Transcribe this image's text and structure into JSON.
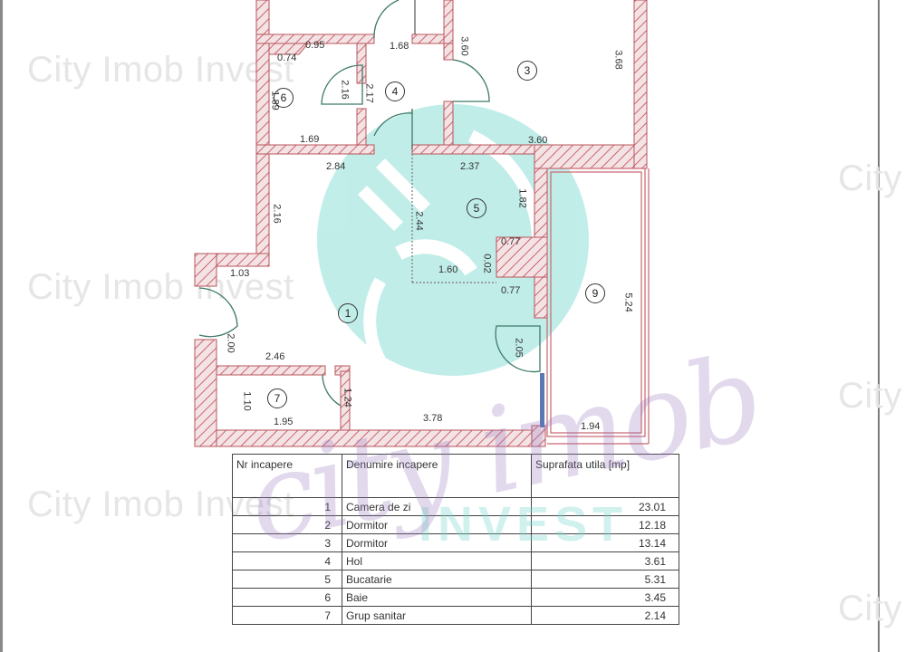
{
  "document": {
    "type": "apartment floor plan",
    "watermarks": {
      "brand_text": "City Imob Invest",
      "brand_text_short": "City",
      "script_text": "city imob",
      "block_text": "INVEST"
    },
    "colors": {
      "wall_hatch": "#c9666e",
      "wall_fill": "#f3dfe1",
      "door_arc": "#3f7a6a",
      "window": "#5a79b3",
      "logo_teal": "#8fe0d8",
      "script_purple": "#9a78be",
      "text": "#333333"
    }
  },
  "plan": {
    "rooms": [
      {
        "number": "1"
      },
      {
        "number": "3"
      },
      {
        "number": "4"
      },
      {
        "number": "5"
      },
      {
        "number": "6"
      },
      {
        "number": "7"
      },
      {
        "number": "9"
      }
    ],
    "dimensions": {
      "d095": "0.95",
      "d074": "0.74",
      "d168": "1.68",
      "d360a": "3.60",
      "d368": "3.68",
      "d216a": "2.16",
      "d217": "2.17",
      "d189": "1.89",
      "d169": "1.69",
      "d284": "2.84",
      "d360b": "3.60",
      "d237": "2.37",
      "d216b": "2.16",
      "d244": "2.44",
      "d182": "1.82",
      "d077a": "0.77",
      "d002": "0.02",
      "d160": "1.60",
      "d077b": "0.77",
      "d103": "1.03",
      "d524": "5.24",
      "d200": "2.00",
      "d205": "2.05",
      "d246": "2.46",
      "d110": "1.10",
      "d124": "1.24",
      "d195": "1.95",
      "d378": "3.78",
      "d194": "1.94"
    }
  },
  "table": {
    "headers": {
      "nr": "Nr incapere",
      "name": "Denumire incapere",
      "area": "Suprafata utila [mp]"
    },
    "rows": [
      {
        "nr": "1",
        "name": "Camera de zi",
        "area": "23.01"
      },
      {
        "nr": "2",
        "name": "Dormitor",
        "area": "12.18"
      },
      {
        "nr": "3",
        "name": "Dormitor",
        "area": "13.14"
      },
      {
        "nr": "4",
        "name": "Hol",
        "area": "3.61"
      },
      {
        "nr": "5",
        "name": "Bucatarie",
        "area": "5.31"
      },
      {
        "nr": "6",
        "name": "Baie",
        "area": "3.45"
      },
      {
        "nr": "7",
        "name": "Grup sanitar",
        "area": "2.14"
      }
    ]
  }
}
